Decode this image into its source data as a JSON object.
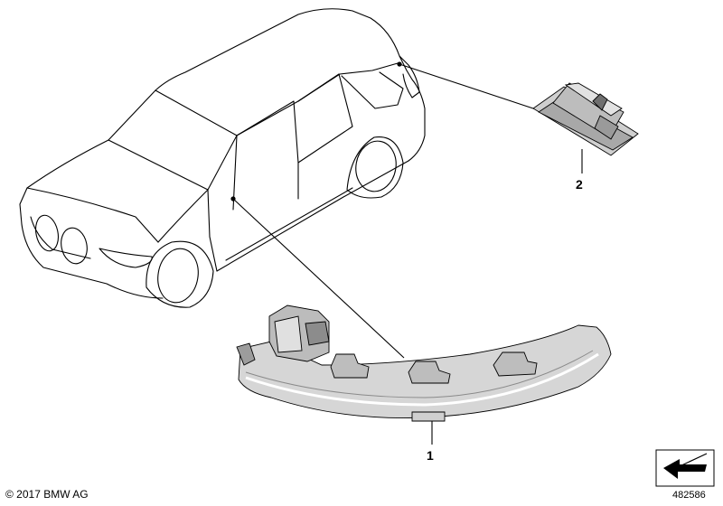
{
  "callouts": {
    "part_1": "1",
    "part_2": "2"
  },
  "footer": {
    "copyright": "© 2017 BMW AG",
    "diagram_number": "482586"
  },
  "colors": {
    "line": "#000000",
    "part_fill": "#d9d9d9",
    "part_dark": "#8c8c8c",
    "background": "#ffffff"
  }
}
